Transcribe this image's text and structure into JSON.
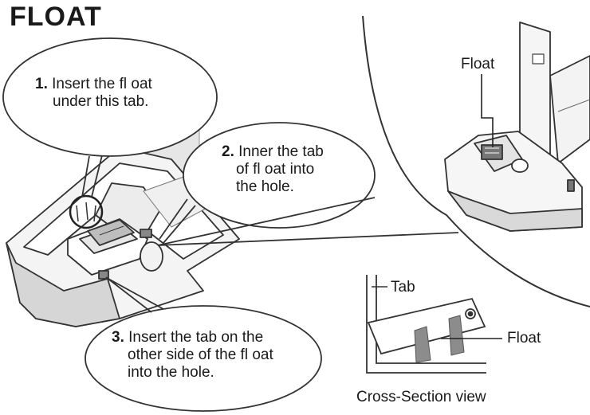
{
  "title": "FLOAT",
  "steps": [
    {
      "num": "1.",
      "lines": [
        "Insert the fl oat",
        "under this tab."
      ]
    },
    {
      "num": "2.",
      "lines": [
        "Inner the tab",
        "of fl oat into",
        "the hole."
      ]
    },
    {
      "num": "3.",
      "lines": [
        "Insert the tab on the",
        "other side of the fl oat",
        "into the hole."
      ]
    }
  ],
  "labels": {
    "float_top": "Float",
    "tab": "Tab",
    "float_section": "Float",
    "cross_section": "Cross-Section view"
  }
}
